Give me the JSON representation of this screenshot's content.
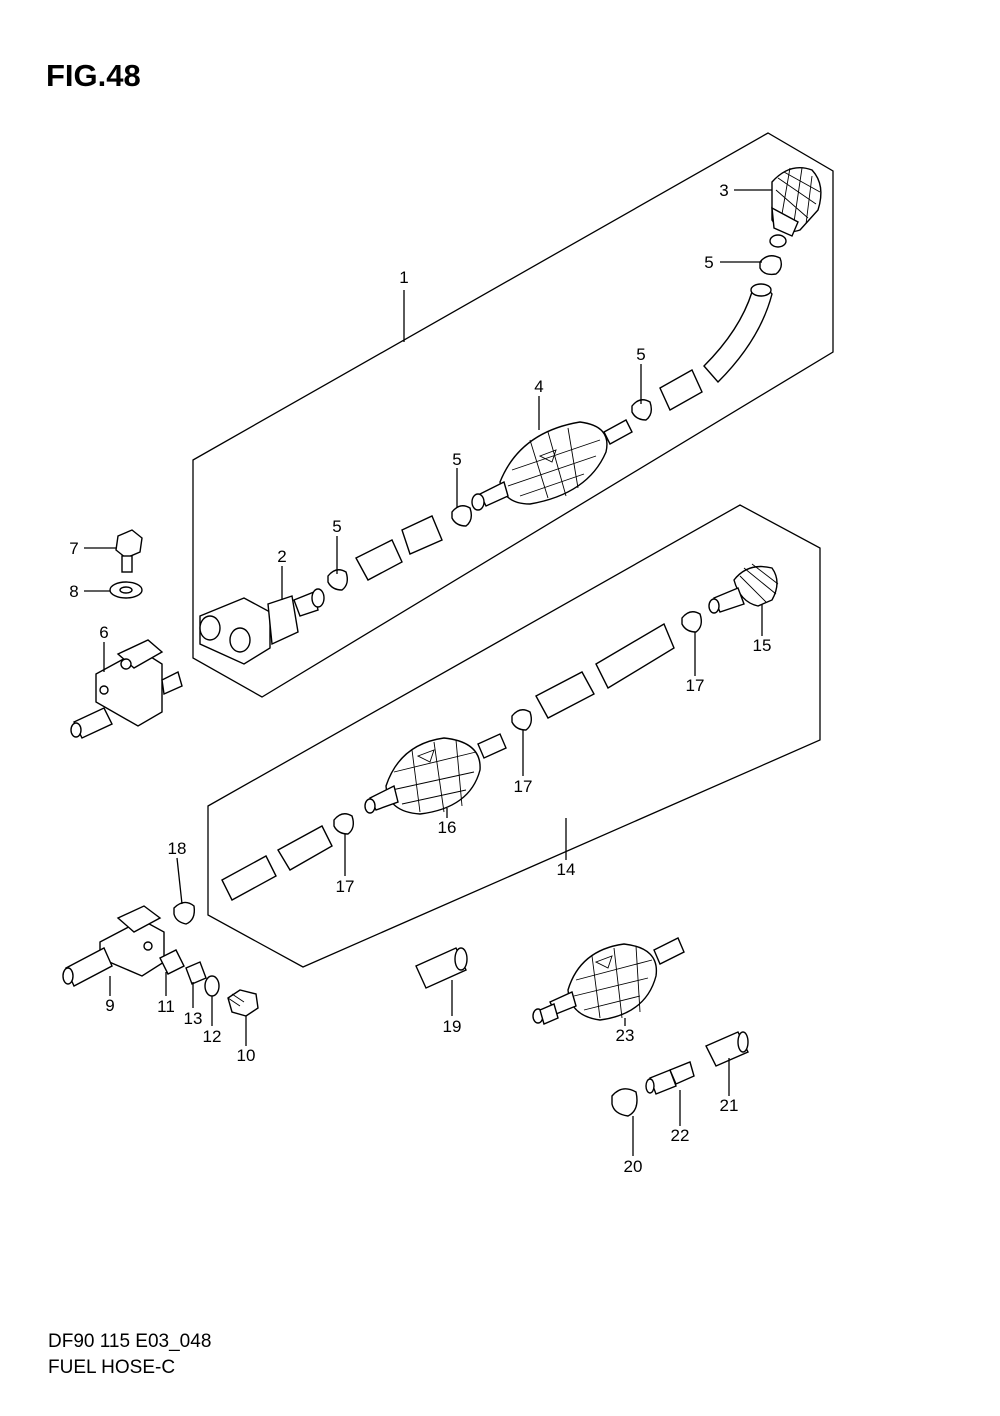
{
  "figure": {
    "title": "FIG.48",
    "model_code": "DF90 115 E03_048",
    "section_name": "FUEL HOSE-C"
  },
  "callouts": [
    "1",
    "2",
    "3",
    "4",
    "5",
    "5",
    "5",
    "5",
    "6",
    "7",
    "8",
    "9",
    "10",
    "11",
    "12",
    "13",
    "14",
    "15",
    "16",
    "17",
    "17",
    "17",
    "18",
    "19",
    "20",
    "21",
    "22",
    "23"
  ]
}
